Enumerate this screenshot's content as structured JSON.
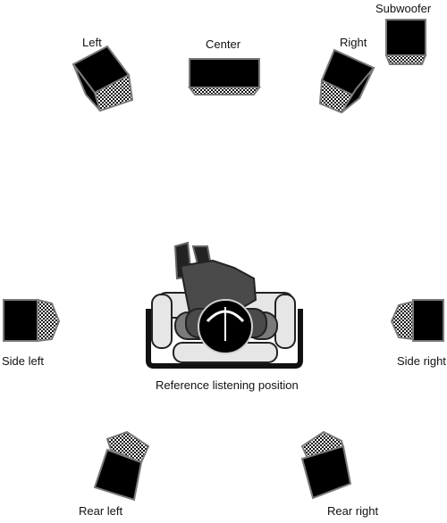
{
  "diagram": {
    "speakers": {
      "subwoofer": "Subwoofer",
      "left": "Left",
      "center": "Center",
      "right": "Right",
      "side_left": "Side left",
      "side_right": "Side right",
      "rear_left": "Rear left",
      "rear_right": "Rear right"
    },
    "listening_position": "Reference listening position"
  },
  "colors": {
    "speaker_body": "#000000",
    "speaker_grille": "#9a9a9a",
    "speaker_outline": "#6e6e6e",
    "sofa_fill": "#e6e6e6",
    "sofa_outline": "#222222",
    "person_clothes": "#4a4a4a",
    "person_shoes": "#222222"
  }
}
